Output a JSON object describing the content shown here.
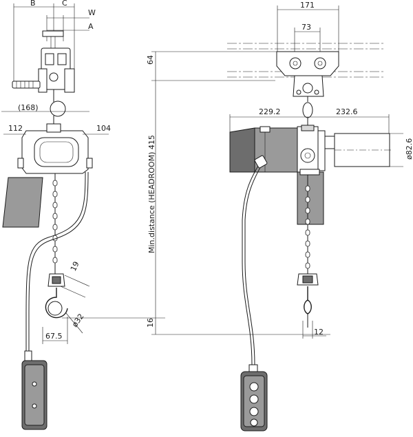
{
  "dimensions": {
    "B": "B",
    "C": "C",
    "W": "W",
    "A": "A",
    "d168": "(168)",
    "d112": "112",
    "d104": "104",
    "d19": "19",
    "d67_5": "67.5",
    "d32": "ø32",
    "d16": "16",
    "d415": "Min.distance (HEADROOM) 415",
    "d64": "64",
    "d171": "171",
    "d73": "73",
    "d229_2": "229.2",
    "d232_6": "232.6",
    "d82_6": "ø82.6",
    "d12": "12"
  }
}
